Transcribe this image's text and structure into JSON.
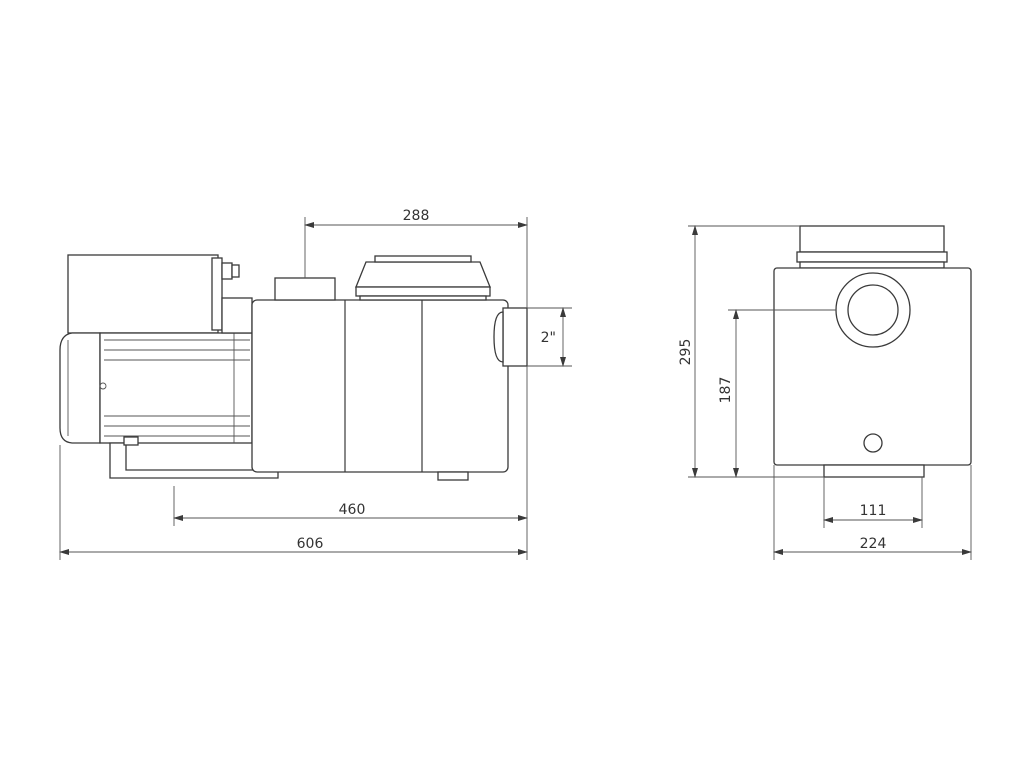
{
  "colors": {
    "line": "#3a3a3a",
    "background": "#ffffff"
  },
  "dimensions": {
    "top_length": "288",
    "inlet_diameter": "2\"",
    "base_to_outlet": "460",
    "overall_length": "606",
    "overall_height": "295",
    "inlet_height": "187",
    "base_width": "111",
    "overall_width": "224"
  }
}
